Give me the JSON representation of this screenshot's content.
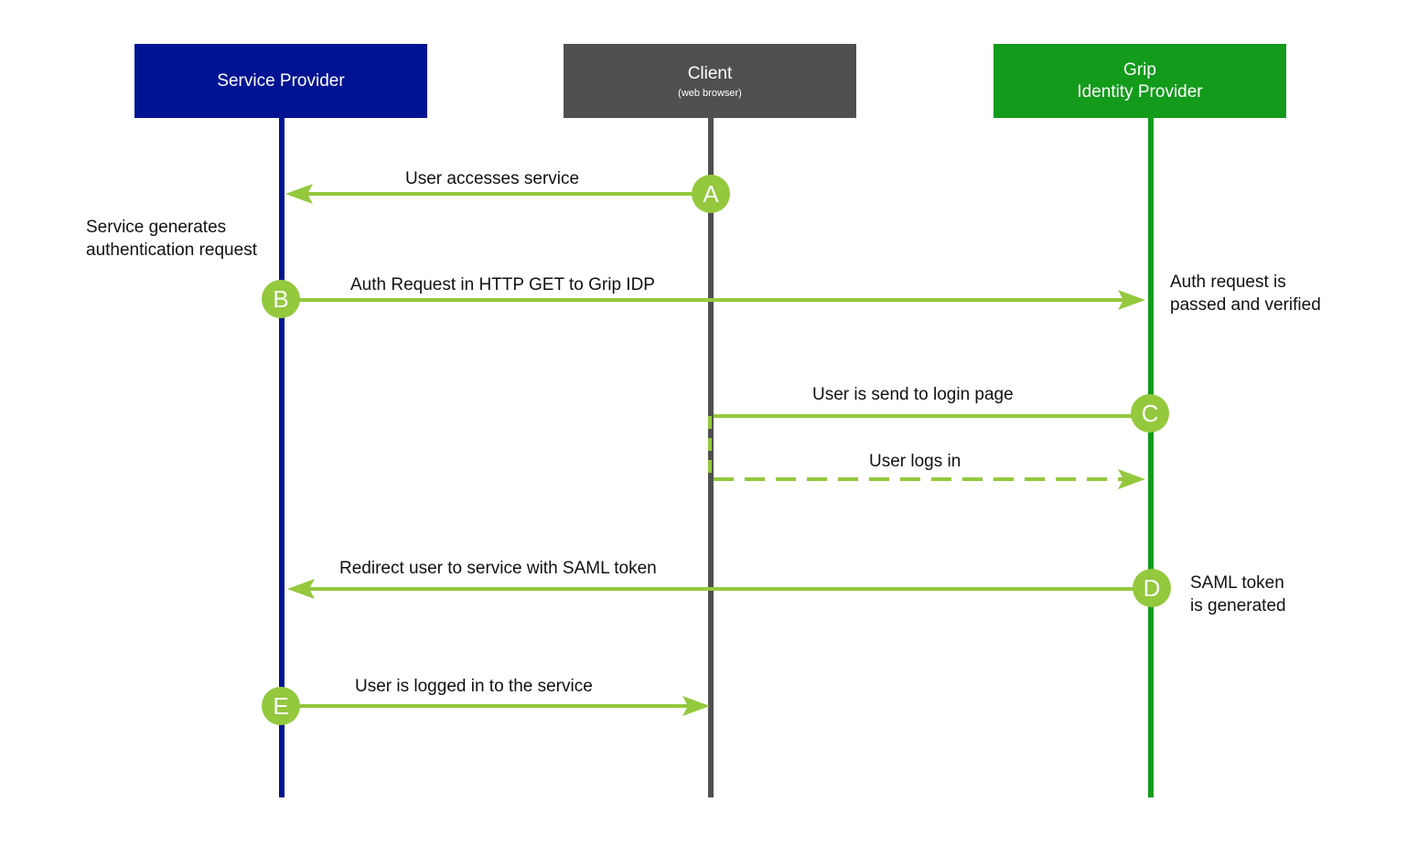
{
  "participants": {
    "service_provider": {
      "label": "Service Provider",
      "color": "#001493"
    },
    "client": {
      "label": "Client",
      "sublabel": "(web browser)",
      "color": "#505050"
    },
    "idp": {
      "label_line1": "Grip",
      "label_line2": "Identity Provider",
      "color": "#139b1c"
    }
  },
  "arrow_color": "#94c83d",
  "steps": {
    "A": {
      "badge": "A",
      "message": "User accesses service"
    },
    "B": {
      "badge": "B",
      "message": "Auth Request in HTTP GET to Grip IDP"
    },
    "C": {
      "badge": "C",
      "message": "User is send to login page"
    },
    "login": {
      "message": "User logs in"
    },
    "D": {
      "badge": "D",
      "message": "Redirect user to service with SAML token"
    },
    "E": {
      "badge": "E",
      "message": "User is logged in to the service"
    }
  },
  "notes": {
    "sp_generates": {
      "line1": "Service generates",
      "line2": "authentication request"
    },
    "idp_verified": {
      "line1": "Auth request is",
      "line2": "passed and verified"
    },
    "saml_generated": {
      "line1": "SAML token",
      "line2": "is generated"
    }
  }
}
